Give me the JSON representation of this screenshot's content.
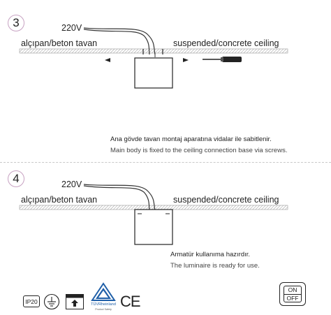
{
  "step3": {
    "number": "3",
    "voltage": "220V",
    "label_tr": "alçıpan/beton tavan",
    "label_en": "suspended/concrete ceiling",
    "note_tr": "Ana gövde tavan montaj aparatına vidalar ile sabitlenir.",
    "note_en": "Main body is fixed to the ceiling connection base via screws."
  },
  "step4": {
    "number": "4",
    "voltage": "220V",
    "label_tr": "alçıpan/beton tavan",
    "label_en": "suspended/concrete ceiling",
    "note_tr": "Armatür kullanıma hazırdır.",
    "note_en": "The luminaire is ready for use."
  },
  "footer": {
    "ip_rating": "IP20",
    "tuv_text": "TÜVRheinland",
    "tuv_sub": "Product Safety",
    "ce_mark": "CE",
    "switch_on": "ON",
    "switch_off": "OFF",
    "icons": [
      "ip20-badge",
      "ground-icon",
      "class-icon",
      "tuv-logo",
      "ce-mark",
      "on-off-switch-icon"
    ]
  }
}
